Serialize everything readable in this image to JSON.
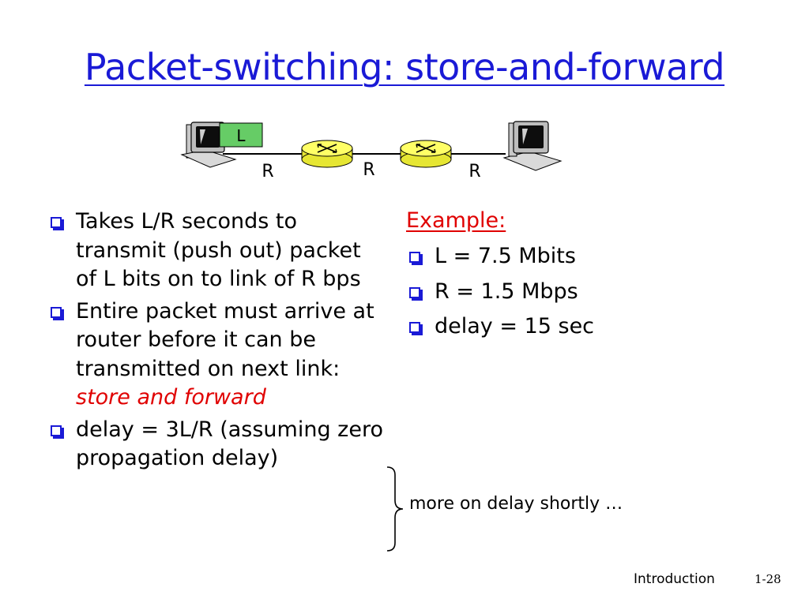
{
  "slide": {
    "title": "Packet-switching: store-and-forward"
  },
  "diagram": {
    "packet_label": "L",
    "link_labels": [
      "R",
      "R",
      "R"
    ],
    "colors": {
      "router_fill": "#ffff66",
      "packet_fill": "#66cc66",
      "line": "#000000"
    }
  },
  "left_list": {
    "items": [
      {
        "text": "Takes L/R seconds to transmit (push out) packet of L bits on to link of R bps"
      },
      {
        "text": "Entire packet must arrive at router before it can be transmitted on next link: ",
        "emphasis": "store and forward"
      },
      {
        "text": "delay = 3L/R (assuming zero propagation delay)"
      }
    ]
  },
  "example": {
    "heading": "Example:",
    "items": [
      "L = 7.5 Mbits",
      "R = 1.5 Mbps",
      "delay = 15 sec"
    ]
  },
  "note": {
    "text": "more on delay shortly …"
  },
  "footer": {
    "label": "Introduction",
    "page": "1-28"
  },
  "colors": {
    "title": "#1a1ad6",
    "bullet": "#1a1ad6",
    "emphasis": "#e00000"
  }
}
